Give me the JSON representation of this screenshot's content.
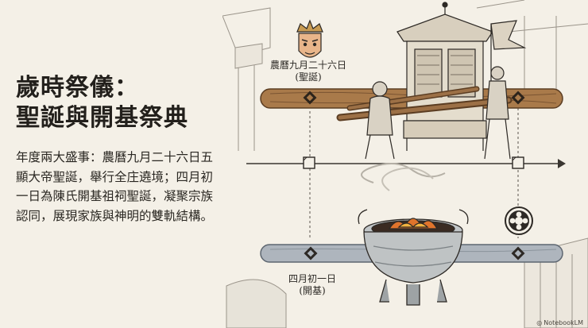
{
  "title_lines": [
    "歲時祭儀：",
    "聖誕與開基祭典"
  ],
  "description": "年度兩大盛事：農曆九月二十六日五顯大帝聖誕，舉行全庄遶境；四月初一日為陳氏開基祖祠聖誕，凝聚宗族認同，展現家族與神明的雙軌結構。",
  "timeline": {
    "upper": {
      "date": "農曆九月二十六日",
      "note": "(聖誕)"
    },
    "lower": {
      "date": "四月初一日",
      "note": "(開基)"
    }
  },
  "icons": [
    "deity-mask-icon",
    "palanquin-icon",
    "clan-crest-icon",
    "incense-burner-icon"
  ],
  "colors": {
    "wood_beam": "#a97a4a",
    "stone_beam": "#aeb5bd",
    "ink": "#2a2622",
    "background": "#f4f0e7"
  },
  "credit": {
    "mark": "◎",
    "text": "NotebookLM"
  }
}
